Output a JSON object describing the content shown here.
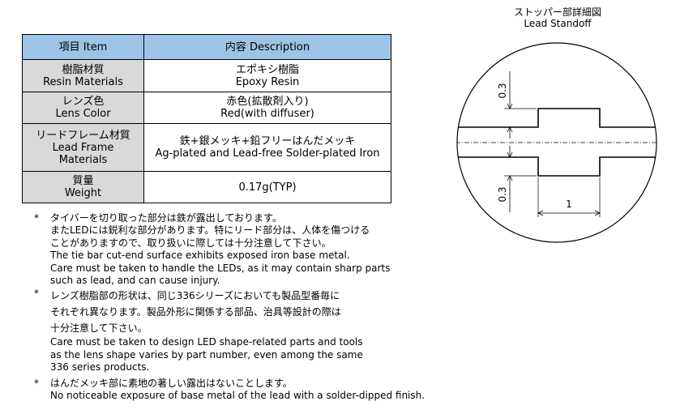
{
  "table": {
    "headers": [
      "項目 Item",
      "内容 Description"
    ],
    "rows": [
      {
        "item": [
          "樹脂材質",
          "Resin Materials"
        ],
        "desc": [
          "エポキシ樹脂",
          "Epoxy Resin"
        ]
      },
      {
        "item": [
          "レンズ色",
          "Lens Color"
        ],
        "desc": [
          "赤色(拡散剤入り)",
          "Red(with diffuser)"
        ]
      },
      {
        "item": [
          "リードフレーム材質",
          "Lead Frame",
          "Materials"
        ],
        "desc": [
          "鉄+銀メッキ+鉛フリーはんだメッキ",
          "Ag-plated and Lead-free Solder-plated Iron"
        ]
      },
      {
        "item": [
          "質量",
          "Weight"
        ],
        "desc": [
          "0.17g(TYP)"
        ]
      }
    ]
  },
  "notes": [
    {
      "marker": "*",
      "ja": [
        "タイバーを切り取った部分は鉄が露出しております。",
        "またLEDには鋭利な部分があります。特にリード部分は、人体を傷つける",
        "ことがありますので、取り扱いに際しては十分注意して下さい。"
      ],
      "en": [
        "The tie bar cut-end surface exhibits exposed iron base metal.",
        "Care must be taken to handle the LEDs, as it may contain sharp parts",
        "such as lead, and can cause injury."
      ]
    },
    {
      "marker": "*",
      "ja": [
        "レンズ樹脂部の形状は、同じ336シリーズにおいても製品型番毎に",
        "それぞれ異なります。製品外形に関係する部品、治具等設計の際は",
        "十分注意して下さい。"
      ],
      "en": [
        "Care must be taken to design LED shape-related parts and tools",
        "as the lens shape varies by part number, even among the same",
        "336 series products."
      ]
    },
    {
      "marker": "*",
      "ja": [
        "はんだメッキ部に素地の著しい露出はないことします。"
      ],
      "en": [
        "No noticeable exposure of base metal of the lead with a solder-dipped finish."
      ]
    }
  ],
  "diagram": {
    "title": [
      "ストッパー部詳細図",
      "Lead Standoff"
    ],
    "dim_top": "0.3",
    "dim_bottom": "0.3",
    "dim_width": "1"
  }
}
